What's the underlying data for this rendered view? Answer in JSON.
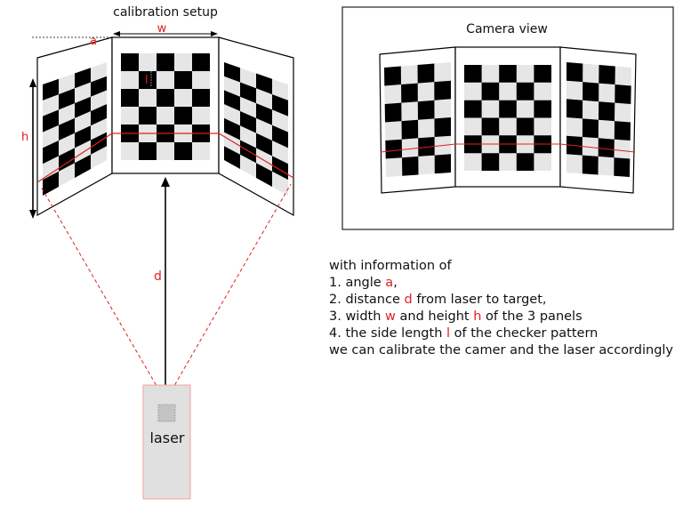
{
  "setup": {
    "title": "calibration setup",
    "labels": {
      "angle": "a",
      "width": "w",
      "height": "h",
      "side": "l",
      "distance": "d"
    },
    "laser_label": "laser"
  },
  "camera_view": {
    "title": "Camera view"
  },
  "info": {
    "intro": "with information of",
    "items": [
      {
        "before": "1. angle ",
        "highlight": "a",
        "after": ","
      },
      {
        "before": "2. distance ",
        "highlight": "d",
        "after": " from laser to target,"
      },
      {
        "before": "3. width ",
        "highlight": "w",
        "middle": " and height ",
        "highlight2": "h",
        "after": " of the 3 panels"
      },
      {
        "before": "4. the side length ",
        "highlight": "l",
        "after": " of the checker pattern"
      }
    ],
    "conclusion": "we can calibrate the camer and the laser accordingly"
  },
  "colors": {
    "accent": "#e02020",
    "checker_dark": "#000000",
    "checker_light": "#e6e6e6",
    "laser_body": "#e0e0e0",
    "laser_border": "#f2a0a0"
  }
}
